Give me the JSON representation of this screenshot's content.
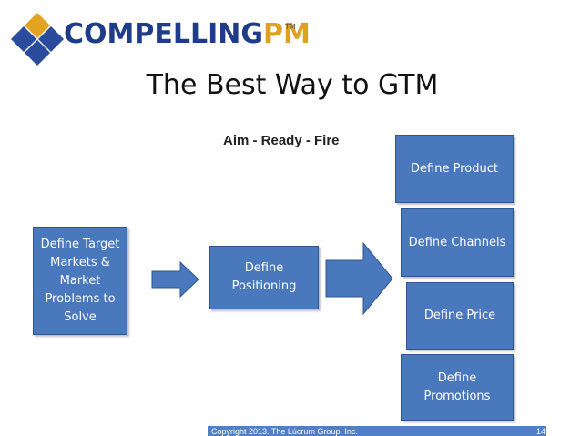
{
  "logo": {
    "part1": "COMPELLING",
    "part2": "PM",
    "tm": "TM"
  },
  "title": "The Best Way to GTM",
  "subtitle": "Aim - Ready - Fire",
  "boxes": {
    "define_target": "Define Target\nMarkets &\nMarket\nProblems to\nSolve",
    "define_positioning": "Define\nPositioning",
    "define_product": "Define Product",
    "define_channels": "Define Channels",
    "define_price": "Define Price",
    "define_promotions": "Define\nPromotions"
  },
  "footer": {
    "copyright": "Copyright 2013.  The Lúcrum Group, Inc.",
    "page": "14"
  },
  "colors": {
    "box_fill": "#4a78bd",
    "brand_dark": "#1f3c8a",
    "brand_accent": "#e0a020"
  }
}
